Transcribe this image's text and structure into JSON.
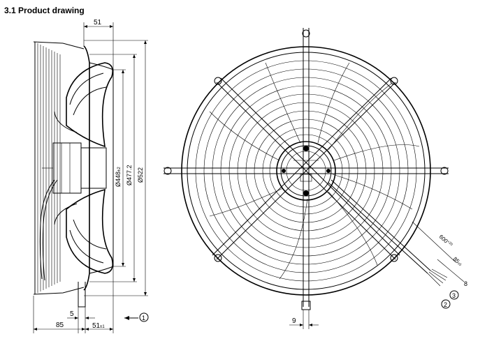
{
  "title": "3.1 Product drawing",
  "dimensions": {
    "top_51": "51",
    "dia_448": "Ø448",
    "dia_448_sub": "±2",
    "dia_477": "Ø477.2",
    "dia_522": "Ø522",
    "bottom_5": "5",
    "bottom_85": "85",
    "bottom_51": "51",
    "bottom_51_sub": "±1",
    "front_9": "9",
    "cable_600": "600",
    "cable_600_sup": "+20",
    "cable_85": "85",
    "cable_85_sub": "±5",
    "cable_8": "8"
  },
  "callouts": {
    "c1": "1",
    "c2": "2",
    "c3": "3"
  }
}
